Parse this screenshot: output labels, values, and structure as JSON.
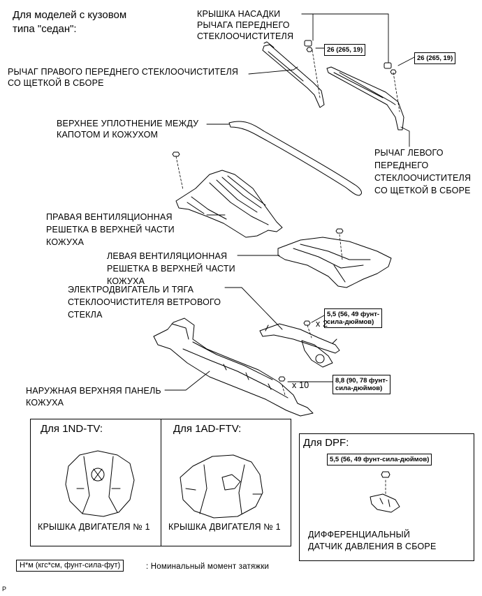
{
  "header_sedan": "Для моделей с кузовом\nтипа \"седан\":",
  "labels": {
    "cap": "КРЫШКА НАСАДКИ\nРЫЧАГА ПЕРЕДНЕГО\nСТЕКЛООЧИСТИТЕЛЯ",
    "right_arm": "РЫЧАГ ПРАВОГО ПЕРЕДНЕГО СТЕКЛООЧИСТИТЕЛЯ\nСО ЩЕТКОЙ В СБОРЕ",
    "seal": "ВЕРХНЕЕ УПЛОТНЕНИЕ МЕЖДУ\nКАПОТОМ И КОЖУХОМ",
    "left_arm": "РЫЧАГ ЛЕВОГО\nПЕРЕДНЕГО\nСТЕКЛООЧИСТИТЕЛЯ\nСО ЩЕТКОЙ В СБОРЕ",
    "right_louver": "ПРАВАЯ ВЕНТИЛЯЦИОННАЯ\nРЕШЕТКА В ВЕРХНЕЙ ЧАСТИ\nКОЖУХА",
    "left_louver": "ЛЕВАЯ ВЕНТИЛЯЦИОННАЯ\nРЕШЕТКА В ВЕРХНЕЙ ЧАСТИ\nКОЖУХА",
    "motor": "ЭЛЕКТРОДВИГАТЕЛЬ И ТЯГА\nСТЕКЛООЧИСТИТЕЛЯ ВЕТРОВОГО\nСТЕКЛА",
    "panel": "НАРУЖНАЯ ВЕРХНЯЯ ПАНЕЛЬ\nКОЖУХА"
  },
  "torque": {
    "t1": "26 (265, 19)",
    "t2": "26 (265, 19)",
    "t3": "5,5 (56, 49 фунт-\nсила-дюймов)",
    "t4": "8,8 (90, 78 фунт-\nсила-дюймов)",
    "t5": "5,5 (56, 49 фунт-сила-дюймов)"
  },
  "qty": {
    "q1": "x 2",
    "q2": "x 10"
  },
  "engine_box": {
    "left_title": "Для 1ND-TV:",
    "right_title": "Для 1AD-FTV:",
    "left_caption": "КРЫШКА ДВИГАТЕЛЯ № 1",
    "right_caption": "КРЫШКА ДВИГАТЕЛЯ № 1"
  },
  "dpf_box": {
    "title": "Для DPF:",
    "caption": "ДИФФЕРЕНЦИАЛЬНЫЙ\nДАТЧИК ДАВЛЕНИЯ В СБОРЕ"
  },
  "legend": {
    "unit": "Н*м (кгс*см, фунт-сила-фут)",
    "text": ": Номинальный момент затяжки"
  },
  "footer_code": "P"
}
